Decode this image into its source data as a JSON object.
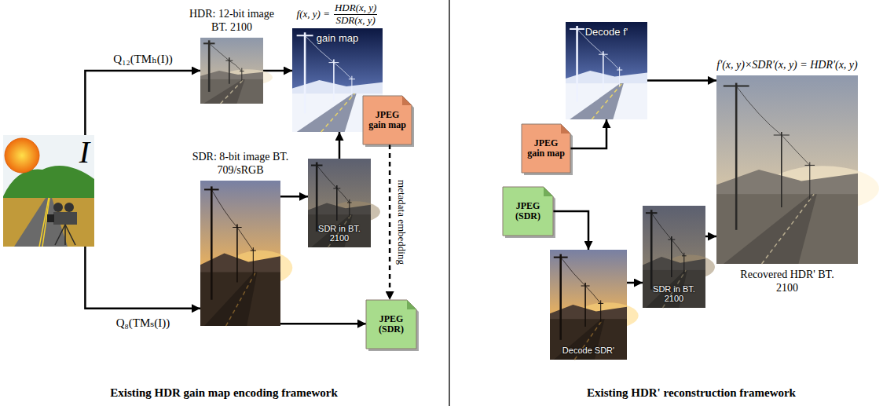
{
  "diagram": {
    "nodes": [
      {
        "text": [
          "I"
        ]
      },
      {
        "text": [
          "HDR: 12-bit image BT. 2100"
        ]
      },
      {
        "text": [
          "f(x, y) =",
          "HDR(x, y)",
          "SDR(x, y)",
          "gain map"
        ]
      },
      {
        "text": [
          "JPEG gain map"
        ]
      },
      {
        "text": [
          "SDR in BT. 2100"
        ]
      },
      {
        "text": [
          "SDR: 8-bit image BT. 709/sRGB"
        ]
      },
      {
        "text": [
          "JPEG (SDR)"
        ]
      },
      {
        "text": [
          "Decode f'"
        ]
      },
      {
        "text": [
          "JPEG gain map"
        ]
      },
      {
        "text": [
          "JPEG (SDR)"
        ]
      },
      {
        "text": [
          "Decode SDR'"
        ]
      },
      {
        "text": [
          "SDR in BT. 2100"
        ]
      },
      {
        "text": [
          "f'(x, y)×SDR'(x, y) = HDR'(x, y)",
          "Recovered HDR' BT. 2100"
        ]
      }
    ],
    "edges": [
      {
        "from": 0,
        "to": 1,
        "arrow": "to",
        "label": "Q₁₂(TMₕ(I))"
      },
      {
        "from": 0,
        "to": 5,
        "arrow": "to",
        "label": "Q₈(TMₛ(I))"
      },
      {
        "from": 1,
        "to": 2,
        "arrow": "to"
      },
      {
        "from": 5,
        "to": 4,
        "arrow": "to"
      },
      {
        "from": 4,
        "to": 2,
        "arrow": "to"
      },
      {
        "from": 5,
        "to": 6,
        "arrow": "to"
      },
      {
        "from": 3,
        "to": 6,
        "arrow": "to",
        "label": "metadata embedding"
      },
      {
        "from": 8,
        "to": 7,
        "arrow": "to"
      },
      {
        "from": 9,
        "to": 10,
        "arrow": "to"
      },
      {
        "from": 10,
        "to": 11,
        "arrow": "to"
      },
      {
        "from": 11,
        "to": 12,
        "arrow": "to"
      },
      {
        "from": 7,
        "to": 12,
        "arrow": "to"
      }
    ],
    "labels": [
      "Existing HDR gain map encoding framework",
      "Existing HDR' reconstruction framework"
    ]
  }
}
